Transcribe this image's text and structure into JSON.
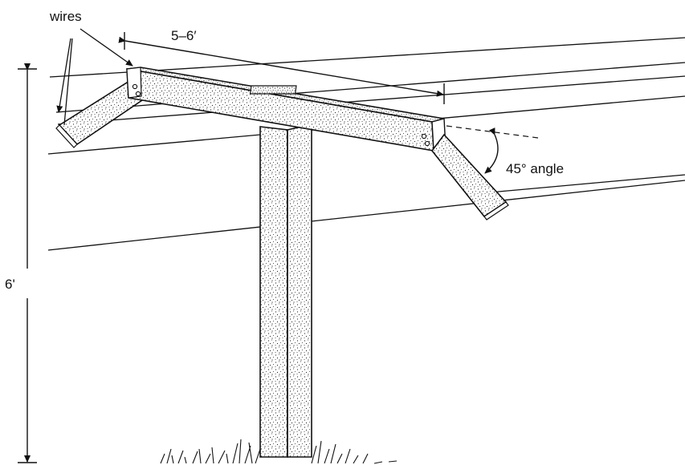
{
  "labels": {
    "wires": "wires",
    "crossarm_length": "5–6′",
    "post_height": "6'",
    "angle": "45° angle"
  }
}
